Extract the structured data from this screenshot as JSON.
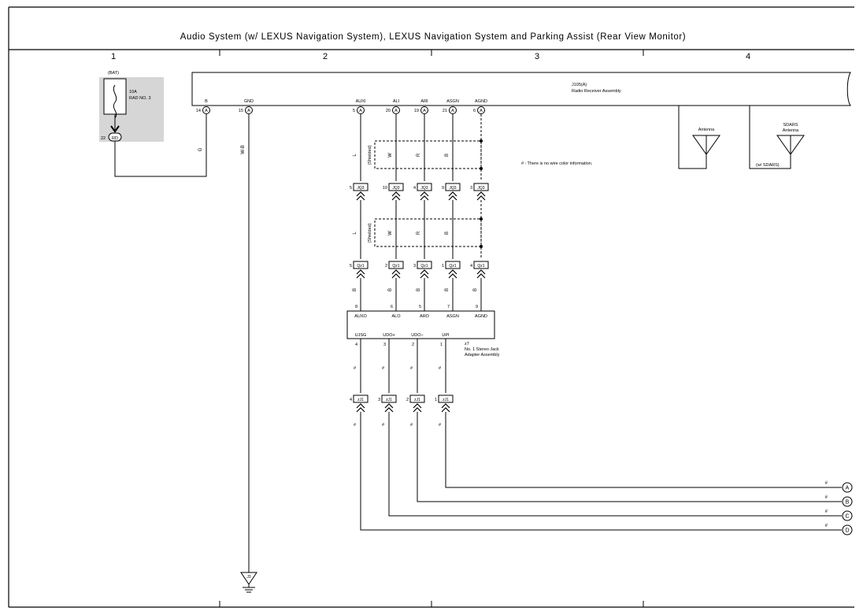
{
  "title": "Audio System (w/ LEXUS Navigation System), LEXUS Navigation System and Parking Assist (Rear View Monitor)",
  "columns": [
    "1",
    "2",
    "3",
    "4"
  ],
  "fuse": {
    "label": "(BAT)",
    "rating": "10A",
    "name": "RAD NO. 3",
    "pin": "22",
    "connector": "RD"
  },
  "radio": {
    "id": "J105(A)",
    "name": "Radio Receiver Assembly"
  },
  "radio_pins": [
    {
      "name": "B",
      "num": "14"
    },
    {
      "name": "GND",
      "num": "15"
    },
    {
      "name": "AUXI",
      "num": "5"
    },
    {
      "name": "ALI",
      "num": "20"
    },
    {
      "name": "ARI",
      "num": "19"
    },
    {
      "name": "ASGN",
      "num": "21"
    },
    {
      "name": "AGND",
      "num": "6"
    }
  ],
  "pin_connector_letter": "A",
  "wires": {
    "fuse_to_b": "G",
    "ground": "W-B",
    "auxi": "L",
    "ali": "W",
    "ari": "R",
    "asgn": "B",
    "lower": "B",
    "hash": "#"
  },
  "shielded": "(Shielded)",
  "note": "# : There is no wire color information.",
  "antenna": {
    "label": "Antenna"
  },
  "sdars": {
    "label1": "SDARS",
    "label2": "Antenna",
    "condition": "(w/ SDARS)"
  },
  "jq3": {
    "name": "JQ3",
    "pins": [
      "5",
      "10",
      "4",
      "9",
      "3"
    ]
  },
  "qz1": {
    "name": "Qz1",
    "pins": [
      "5",
      "2",
      "3",
      "1",
      "4"
    ]
  },
  "jack": {
    "id": "z7",
    "name1": "No. 1 Stereo Jack",
    "name2": "Adapter Assembly",
    "top_pins": [
      {
        "name": "AUXO",
        "num": "8"
      },
      {
        "name": "ALO",
        "num": "6"
      },
      {
        "name": "ARO",
        "num": "5"
      },
      {
        "name": "ASGN",
        "num": "7"
      },
      {
        "name": "AGND",
        "num": "9"
      }
    ],
    "bottom_pins": [
      {
        "name": "UJSG",
        "num": "4"
      },
      {
        "name": "UDO+",
        "num": "3"
      },
      {
        "name": "UDO−",
        "num": "2"
      },
      {
        "name": "UPI",
        "num": "1"
      }
    ]
  },
  "zj1": {
    "name": "zJ1",
    "pins": [
      "4",
      "3",
      "2",
      "1"
    ]
  },
  "offpage": [
    "A",
    "B",
    "C",
    "D"
  ],
  "ground_label": "J3"
}
